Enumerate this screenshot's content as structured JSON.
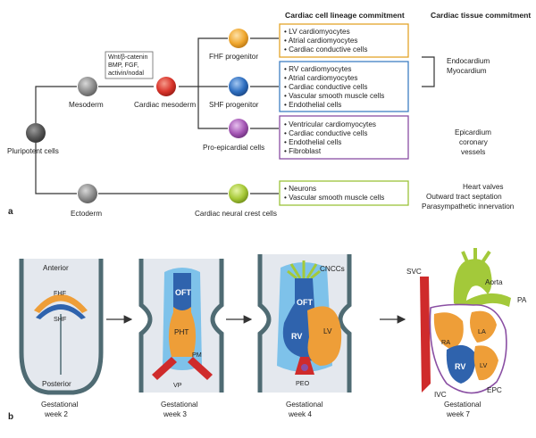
{
  "panel_a": {
    "label": "a",
    "header_lineage": "Cardiac cell lineage commitment",
    "header_tissue": "Cardiac tissue commitment",
    "signal_box": [
      "Wnt/β-catenin",
      "BMP, FGF,",
      "activin/nodal"
    ],
    "cells": {
      "pluripotent": "Pluripotent cells",
      "mesoderm": "Mesoderm",
      "ectoderm": "Ectoderm",
      "cardiac_mesoderm": "Cardiac mesoderm",
      "fhf": "FHF progenitor",
      "shf": "SHF progenitor",
      "proepi": "Pro-epicardial cells",
      "ncc": "Cardiac neural crest cells"
    },
    "lineage_boxes": [
      {
        "color": "#e3a52a",
        "items": [
          "• LV cardiomyocytes",
          "• Atrial cardiomyocytes",
          "• Cardiac conductive cells"
        ]
      },
      {
        "color": "#3f7fc4",
        "items": [
          "• RV cardiomyocytes",
          "• Atrial cardiomyocytes",
          "• Cardiac conductive cells",
          "• Vascular smooth muscle cells",
          "• Endothelial cells"
        ]
      },
      {
        "color": "#8a4fa3",
        "items": [
          "• Ventricular cardiomyocytes",
          "• Cardiac conductive cells",
          "• Endothelial cells",
          "• Fibroblast"
        ]
      },
      {
        "color": "#9cc23a",
        "items": [
          "• Neurons",
          "• Vascular smooth muscle cells"
        ]
      }
    ],
    "tissues": {
      "endo": [
        "Endocardium",
        "Myocardium"
      ],
      "epi": [
        "Epicardium",
        "coronary",
        "vessels"
      ],
      "valves": [
        "Heart valves",
        "Outward tract septation",
        "Parasympathetic innervation"
      ]
    },
    "colors": {
      "grey": "#8c8c8c",
      "red": "#d9342b",
      "orange": "#f0a830",
      "blue": "#2f6fc0",
      "purple": "#a557b5",
      "green": "#a7c938",
      "dark": "#555555"
    }
  },
  "panel_b": {
    "label": "b",
    "stages": [
      {
        "caption": [
          "Gestational",
          "week 2"
        ],
        "labels": {
          "top": "Anterior",
          "bottom": "Posterior",
          "fhf": "FHF",
          "shf": "SHF"
        }
      },
      {
        "caption": [
          "Gestational",
          "week 3"
        ],
        "labels": {
          "oft": "OFT",
          "pht": "PHT",
          "pm": "PM",
          "vp": "VP"
        }
      },
      {
        "caption": [
          "Gestational",
          "week 4"
        ],
        "labels": {
          "cnccs": "CNCCs",
          "oft": "OFT",
          "rv": "RV",
          "lv": "LV",
          "peo": "PEO"
        }
      },
      {
        "caption": [
          "Gestational",
          "week 7"
        ],
        "labels": {
          "svc": "SVC",
          "aorta": "Aorta",
          "pa": "PA",
          "ra": "RA",
          "la": "LA",
          "rv": "RV",
          "lv": "LV",
          "ivc": "IVC",
          "epc": "EPC"
        }
      }
    ],
    "colors": {
      "wall": "#4f6b73",
      "tissue": "#e4e8ee",
      "light_blue": "#7ec2ea",
      "blue": "#2f63ad",
      "orange": "#ee9e38",
      "red": "#cf2b2b",
      "green": "#a3c93a",
      "purple": "#8a4fa3"
    }
  }
}
